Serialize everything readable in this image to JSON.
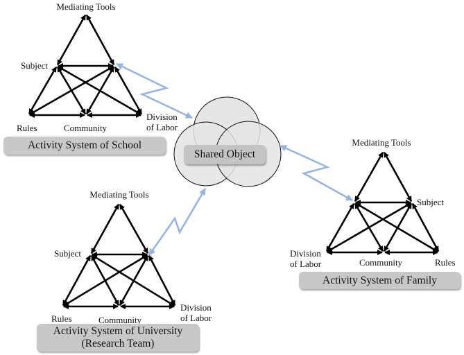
{
  "colors": {
    "line": "#000000",
    "connector": "#98b4dd",
    "circle_fill": "#e6e6e6",
    "box_fill": "#c8c8c8"
  },
  "shared_object": {
    "label": "Shared Object"
  },
  "systems": [
    {
      "id": "school",
      "title_lines": [
        "Activity System of School"
      ],
      "labels": {
        "top": "Mediating Tools",
        "subject": "Subject",
        "rules": "Rules",
        "community": "Community",
        "division": [
          "Division",
          "of Labor"
        ]
      }
    },
    {
      "id": "university",
      "title_lines": [
        "Activity System of University",
        "(Research Team)"
      ],
      "labels": {
        "top": "Mediating Tools",
        "subject": "Subject",
        "rules": "Rules",
        "community": "Community",
        "division": [
          "Division",
          "of Labor"
        ]
      }
    },
    {
      "id": "family",
      "title_lines": [
        "Activity System of Family"
      ],
      "labels": {
        "top": "Mediating Tools",
        "subject": "Subject",
        "rules": "Rules",
        "community": "Community",
        "division": [
          "Division",
          "of Labor"
        ]
      }
    }
  ],
  "edges": [
    [
      "top",
      "left"
    ],
    [
      "top",
      "right"
    ],
    [
      "left",
      "right"
    ],
    [
      "left",
      "bl"
    ],
    [
      "left",
      "bm"
    ],
    [
      "left",
      "br"
    ],
    [
      "right",
      "bl"
    ],
    [
      "right",
      "bm"
    ],
    [
      "right",
      "br"
    ],
    [
      "bl",
      "bm"
    ],
    [
      "bm",
      "br"
    ]
  ],
  "connectors": [
    {
      "from": "school",
      "to": "shared_object"
    },
    {
      "from": "university",
      "to": "shared_object"
    },
    {
      "from": "family",
      "to": "shared_object"
    }
  ]
}
